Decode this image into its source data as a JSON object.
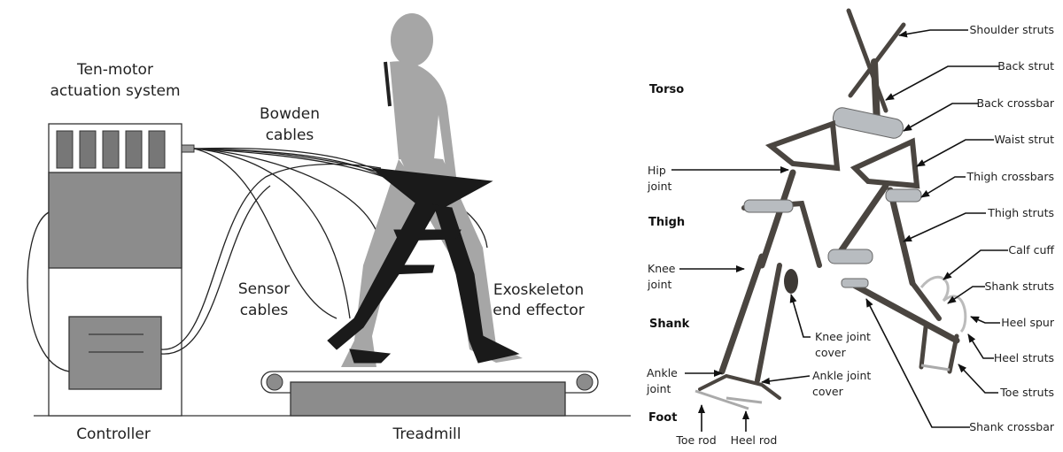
{
  "left_panel": {
    "actuation_label_1": "Ten-motor",
    "actuation_label_2": "actuation system",
    "bowden_label_1": "Bowden",
    "bowden_label_2": "cables",
    "sensor_label_1": "Sensor",
    "sensor_label_2": "cables",
    "effector_label_1": "Exoskeleton",
    "effector_label_2": "end effector",
    "controller_label": "Controller",
    "treadmill_label": "Treadmill"
  },
  "right_panel": {
    "segments": {
      "torso": "Torso",
      "thigh": "Thigh",
      "shank": "Shank",
      "foot": "Foot"
    },
    "left_labels": {
      "hip_1": "Hip",
      "hip_2": "joint",
      "knee_1": "Knee",
      "knee_2": "joint",
      "ankle_1": "Ankle",
      "ankle_2": "joint",
      "knee_cover_1": "Knee joint",
      "knee_cover_2": "cover",
      "ankle_cover_1": "Ankle joint",
      "ankle_cover_2": "cover",
      "toe_rod": "Toe rod",
      "heel_rod": "Heel rod"
    },
    "right_labels": [
      "Shoulder struts",
      "Back strut",
      "Back crossbar",
      "Waist strut",
      "Thigh crossbars",
      "Thigh struts",
      "Calf cuff",
      "Shank struts",
      "Heel spur",
      "Heel struts",
      "Toe struts",
      "Shank crossbar"
    ]
  },
  "colors": {
    "device_gray": "#8c8c8c",
    "silhouette": "#a6a6a6",
    "frame": "#4a4540"
  }
}
